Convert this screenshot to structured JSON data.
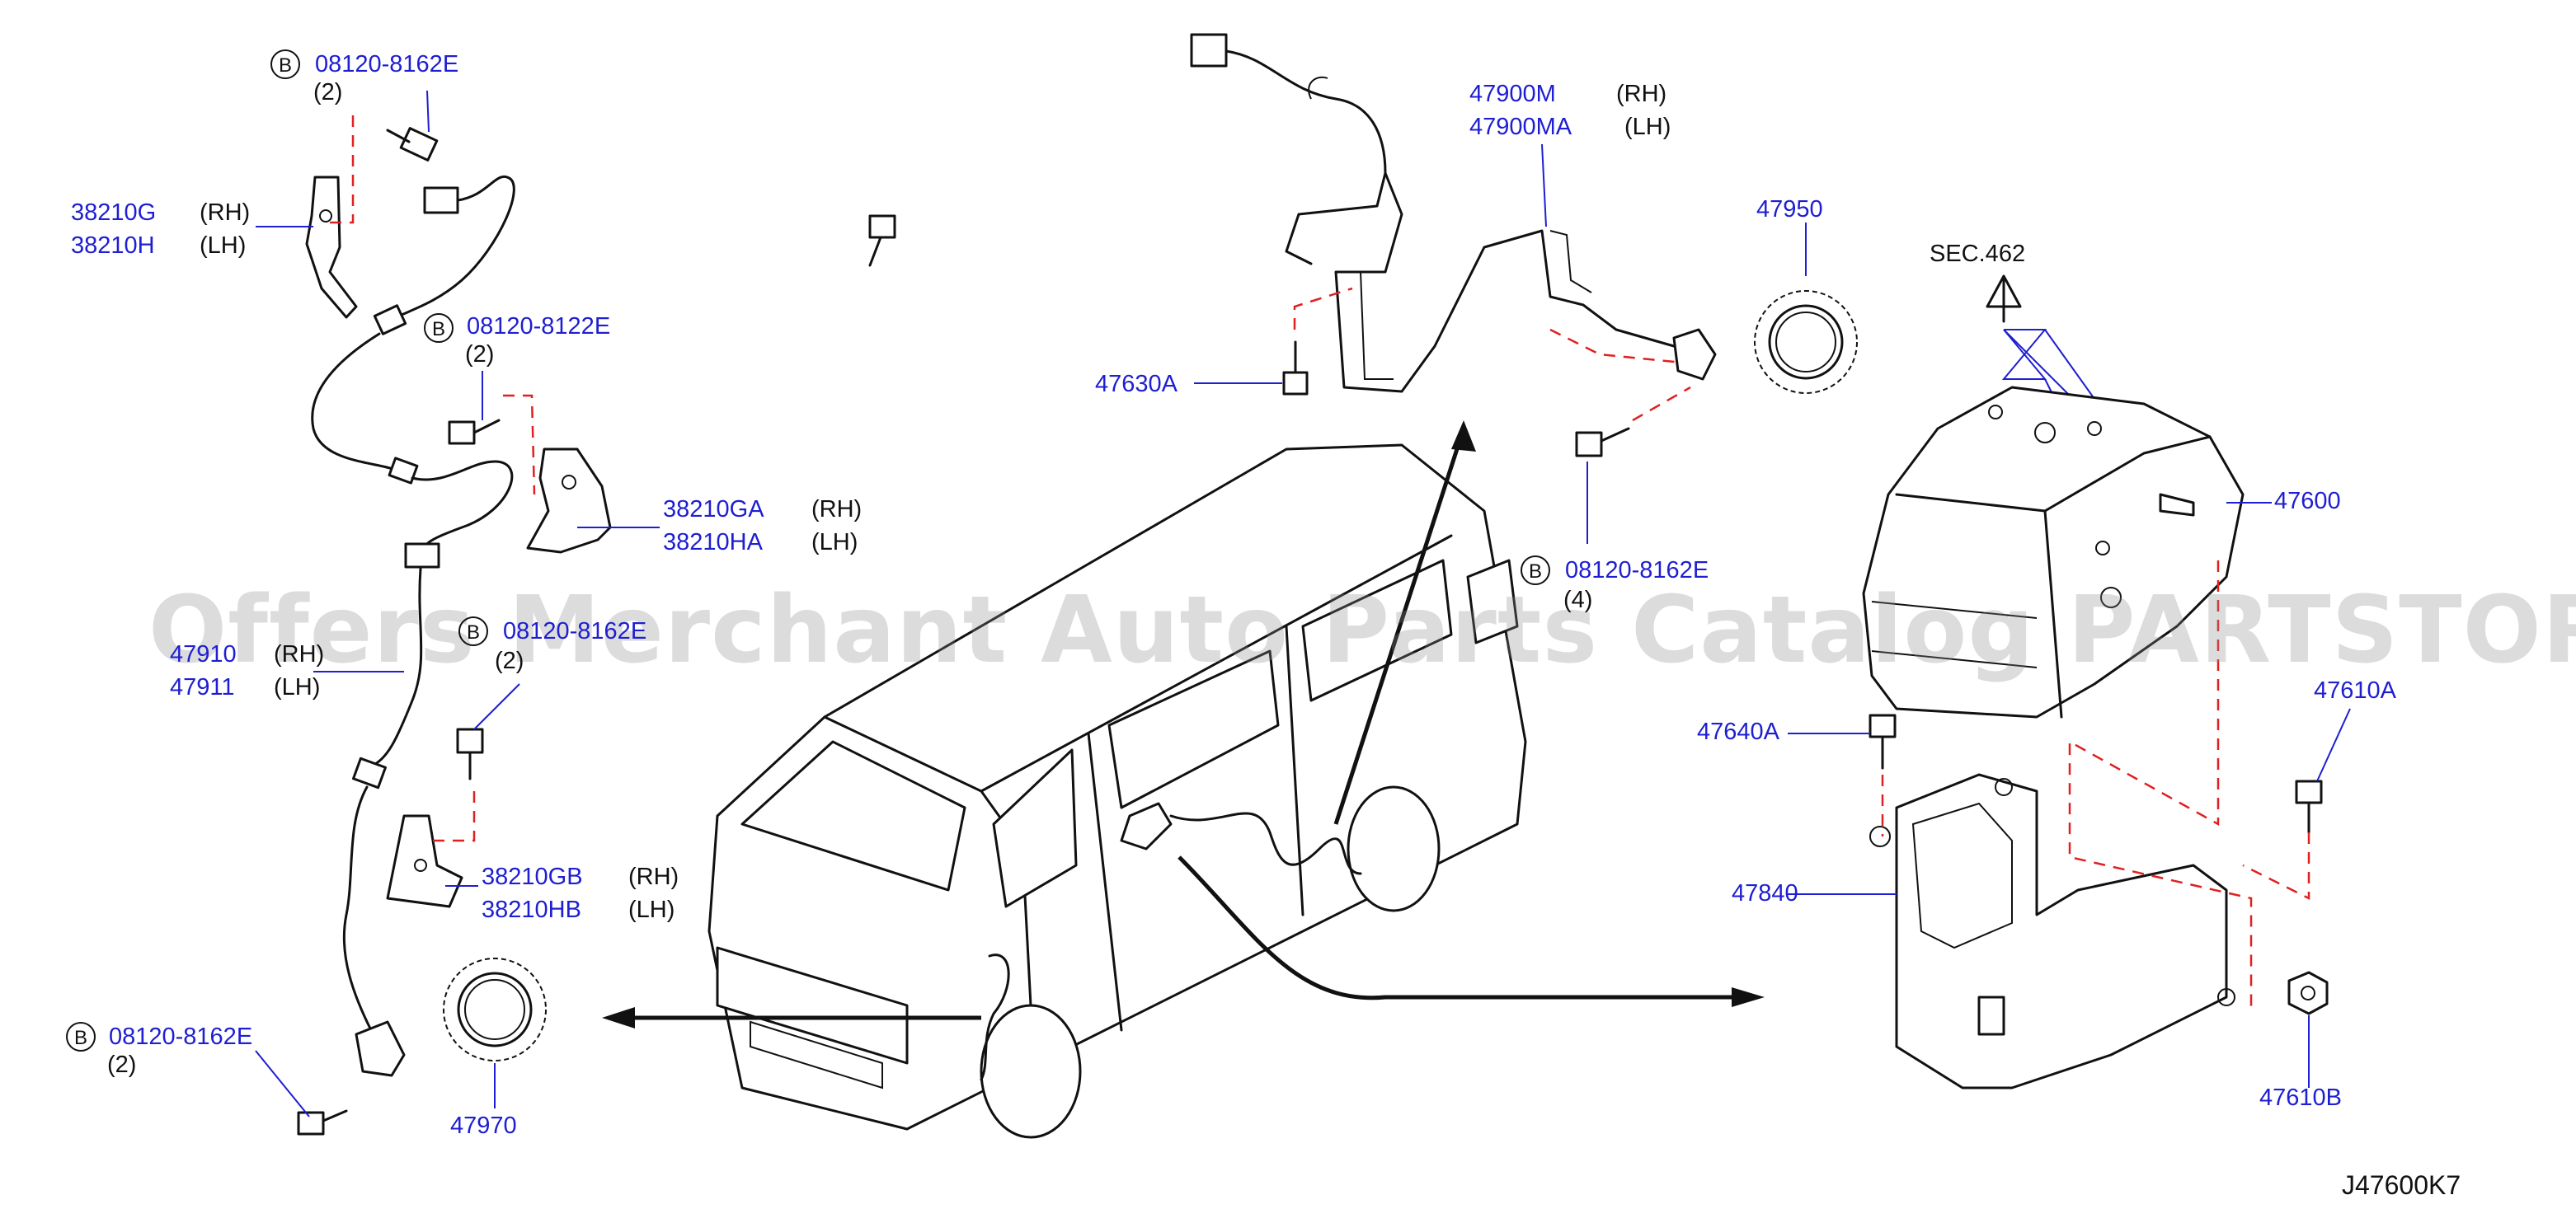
{
  "parts": [
    {
      "number": "08120-8162E",
      "qty": "(2)",
      "circle": "B"
    },
    {
      "number": "38210G",
      "side": "(RH)"
    },
    {
      "number": "38210H",
      "side": "(LH)"
    },
    {
      "number": "08120-8122E",
      "qty": "(2)",
      "circle": "B"
    },
    {
      "number": "38210GA",
      "side": "(RH)"
    },
    {
      "number": "38210HA",
      "side": "(LH)"
    },
    {
      "number": "47910",
      "side": "(RH)"
    },
    {
      "number": "47911",
      "side": "(LH)"
    },
    {
      "number": "08120-8162E",
      "qty": "(2)",
      "circle": "B"
    },
    {
      "number": "38210GB",
      "side": "(RH)"
    },
    {
      "number": "38210HB",
      "side": "(LH)"
    },
    {
      "number": "08120-8162E",
      "qty": "(2)",
      "circle": "B"
    },
    {
      "number": "47970"
    },
    {
      "number": "47900M",
      "side": "(RH)"
    },
    {
      "number": "47900MA",
      "side": "(LH)"
    },
    {
      "number": "47950"
    },
    {
      "number": "47630A"
    },
    {
      "number": "08120-8162E",
      "qty": "(4)",
      "circle": "B"
    },
    {
      "number": "47600"
    },
    {
      "number": "47610A"
    },
    {
      "number": "47640A"
    },
    {
      "number": "47840"
    },
    {
      "number": "47610B"
    }
  ],
  "section_ref": "SEC.462",
  "diagram_code": "J47600K7",
  "watermark": "Offers Merchant Auto Parts Catalog PARTSTORE.SA"
}
